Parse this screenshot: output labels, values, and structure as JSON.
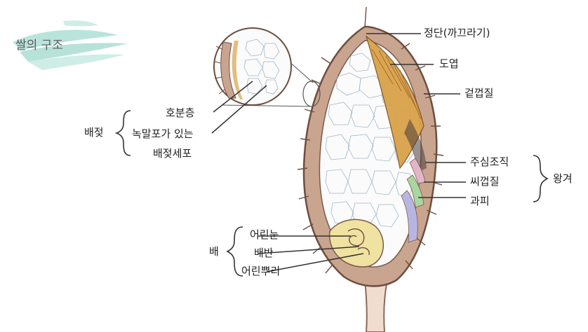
{
  "title": "쌀의 구조",
  "labels": {
    "apex": "정단(까끄라기)",
    "lemma_palea": "도엽",
    "hull": "겉껍질",
    "nucellus": "주심조직",
    "seed_coat": "씨껍질",
    "pericarp": "과피",
    "aleurone": "호분층",
    "starch_cells": "녹말포가 있는",
    "endosperm_cells": "배젖세포",
    "plumule": "어린눈",
    "scutellum": "배반",
    "radicle": "어린뿌리"
  },
  "groups": {
    "endosperm": "배젖",
    "bran": "왕겨",
    "embryo": "배"
  },
  "colors": {
    "hull": "#b08b72",
    "husk_fill": "#d9a24a",
    "endosperm_line": "#9fb7c9",
    "embryo": "#f0e2a0",
    "title_brush": "#9fd8cc",
    "layer_pink": "#e3b5c8",
    "layer_green": "#a9d6a0",
    "layer_blue": "#b7b6e3"
  }
}
